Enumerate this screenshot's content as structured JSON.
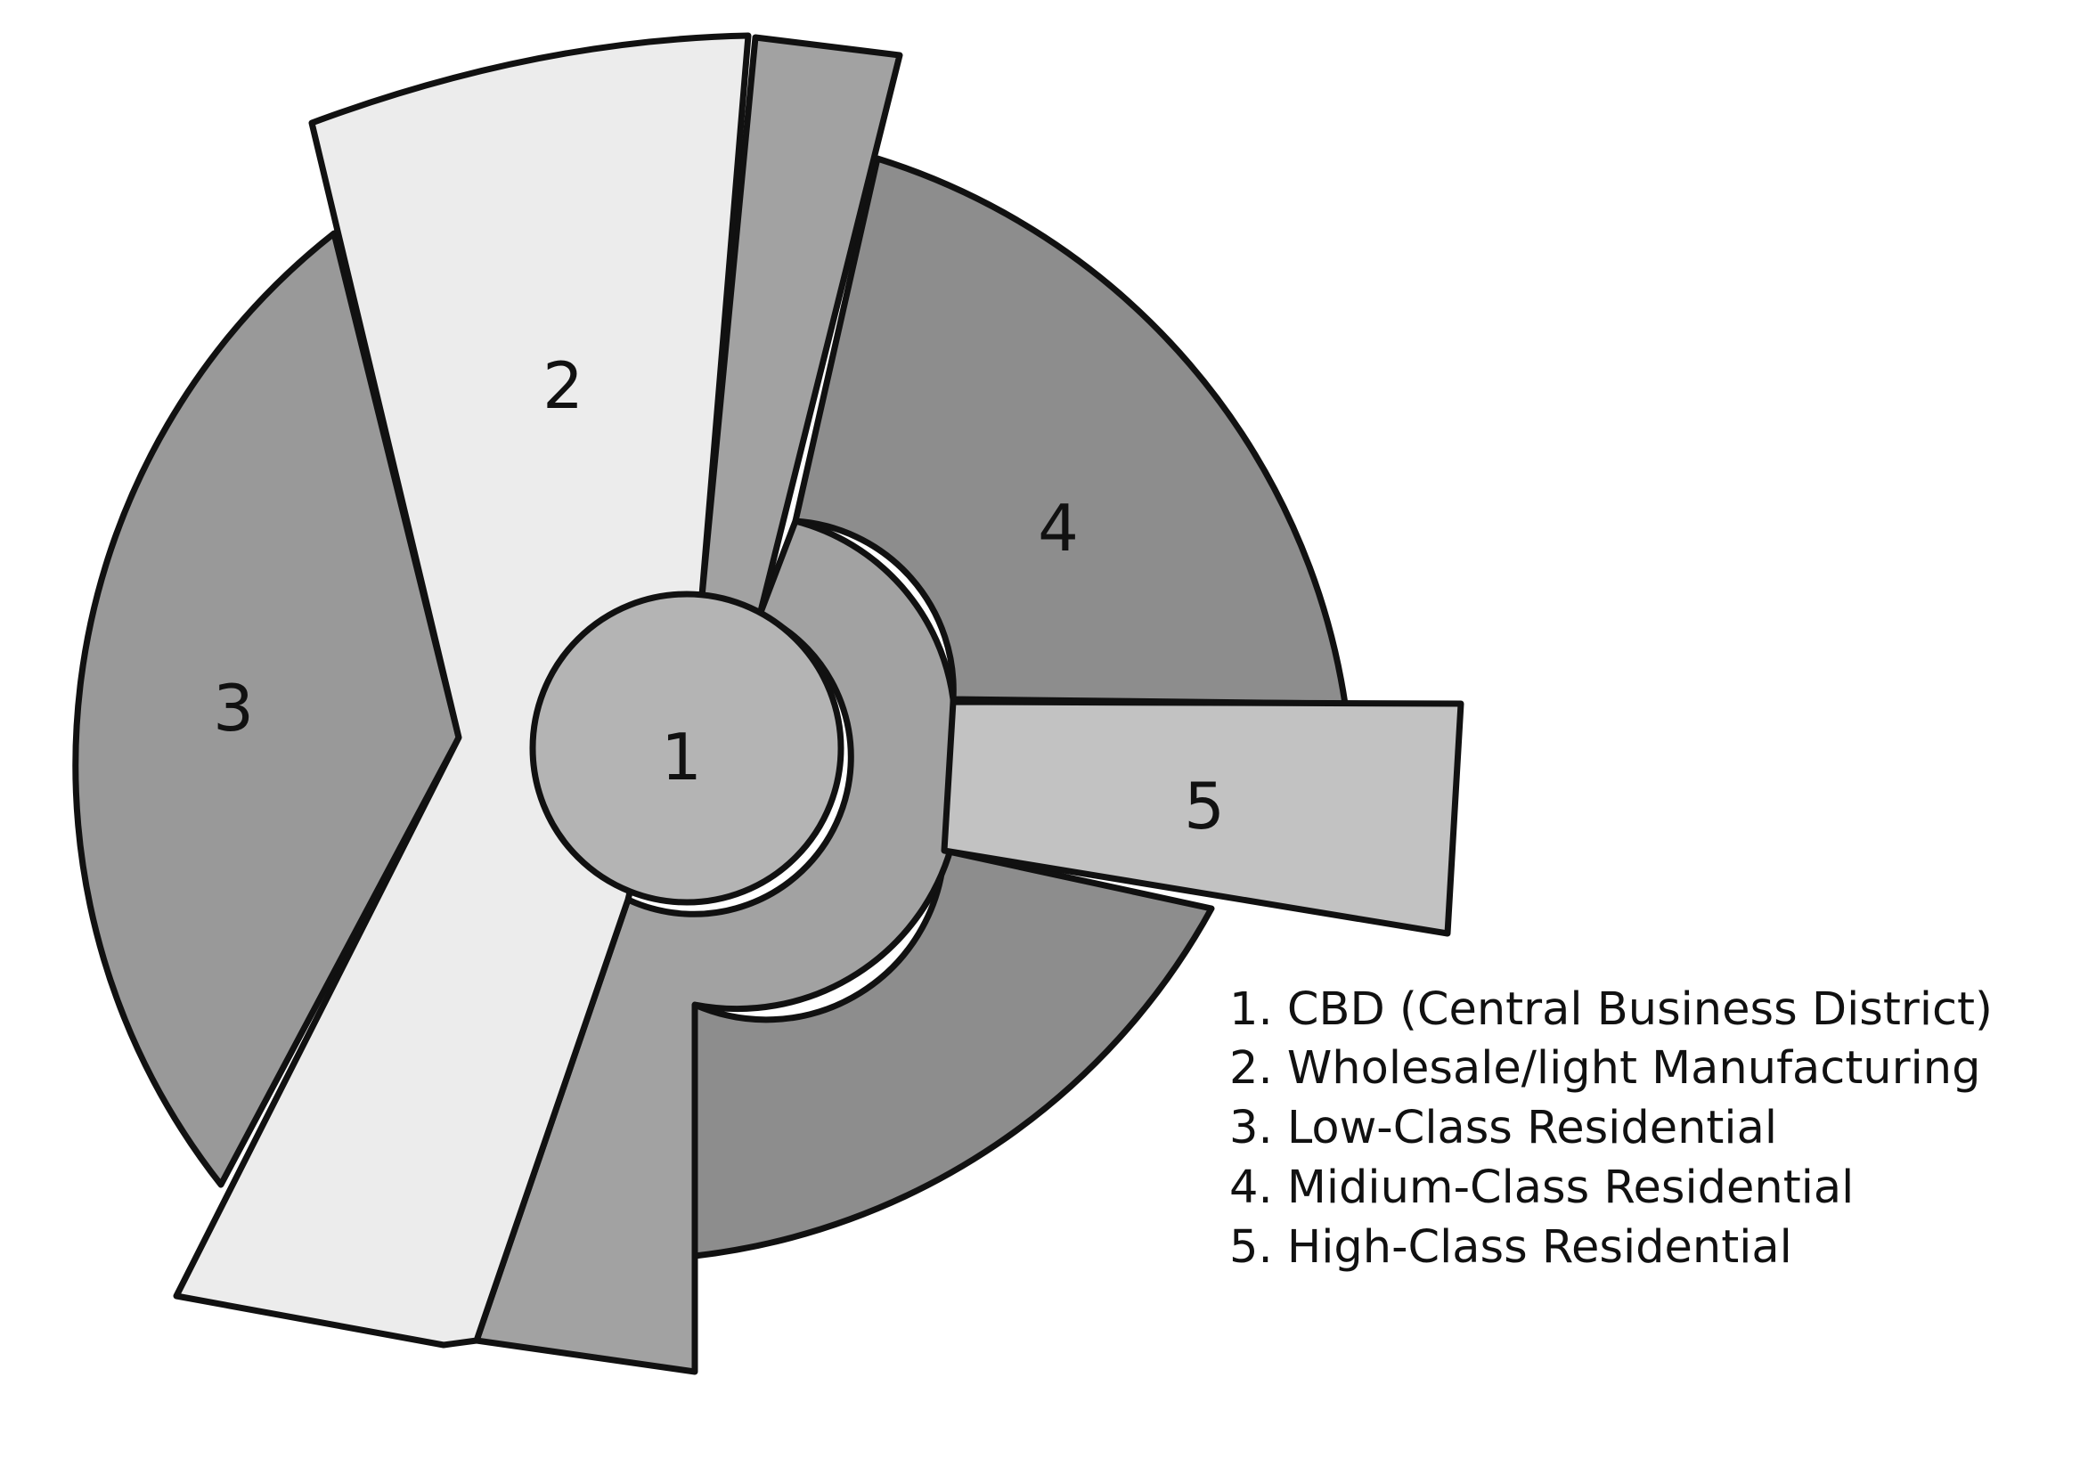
{
  "zones": [
    {
      "number": "1",
      "fill": "#b4b4b4"
    },
    {
      "number": "2",
      "fill": "#ececec"
    },
    {
      "number": "3",
      "fill": "#999999"
    },
    {
      "number": "4",
      "fill": "#8d8d8d"
    },
    {
      "number": "5",
      "fill": "#c2c2c2"
    }
  ],
  "wedge_fill": "#a2a2a2",
  "legend": [
    "1. CBD (Central Business District)",
    "2. Wholesale/light Manufacturing",
    "3. Low-Class Residential",
    "4. Midium-Class Residential",
    "5. High-Class Residential"
  ]
}
